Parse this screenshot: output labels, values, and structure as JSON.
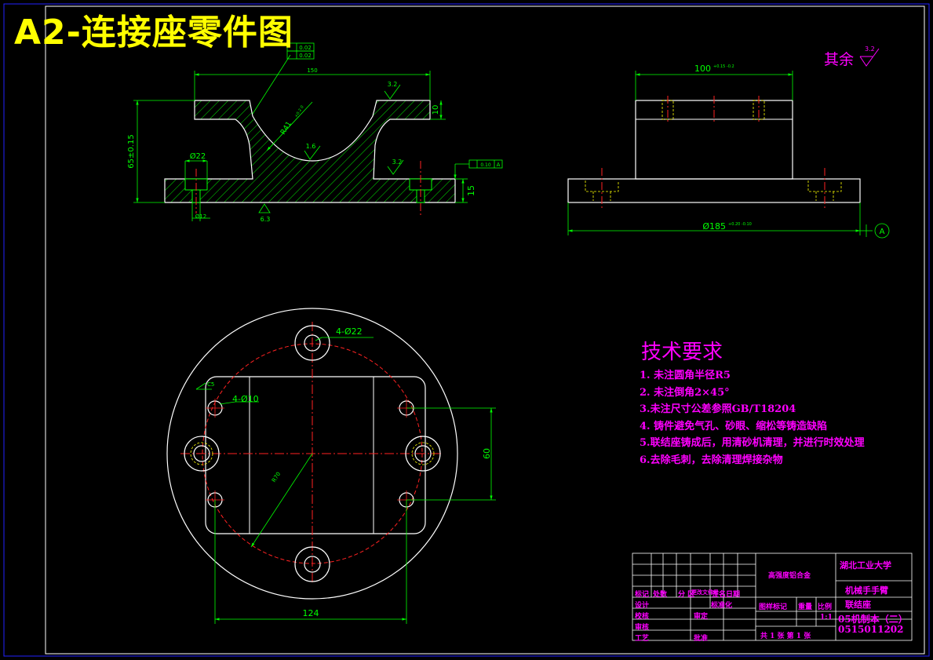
{
  "title": "A2-连接座零件图",
  "surface_note": {
    "prefix": "其余",
    "value": "3.2"
  },
  "tech_req": {
    "heading": "技术要求",
    "items": [
      "1. 未注圆角半径R5",
      "2. 未注倒角2×45°",
      "3.未注尺寸公差参照GB/T18204",
      "4. 铸件避免气孔、砂眼、缩松等铸造缺陷",
      "5.联结座铸成后，用清砂机清理，并进行时效处理",
      "6.去除毛刺，去除清理焊接杂物"
    ]
  },
  "dims": {
    "front_width": "150",
    "front_height": "65±0.15",
    "front_flange": "10",
    "front_base": "15",
    "front_radius": "R41",
    "front_radius_tol": "+0.2 0",
    "hole_top": "Ø22",
    "hole_bot": "Ø12",
    "rough_a": "3.2",
    "rough_b": "1.6",
    "rough_c": "3.2",
    "rough_d": "6.3",
    "side_width": "100",
    "side_width_tol": "+0.15 -0.2",
    "side_dia": "Ø185",
    "side_dia_tol": "+0.20 -0.10",
    "datum": "A",
    "gdt_top_1": "0.02",
    "gdt_top_2": "0.02",
    "gdt_side": "0.10",
    "gdt_side_ref": "A",
    "plan_holes_big": "4-Ø22",
    "plan_holes_small": "4-Ø10",
    "plan_chamfer": "C5",
    "plan_height": "60",
    "plan_width": "124",
    "plan_radius": "R70"
  },
  "title_block": {
    "material": "高强度铝合金",
    "university": "湖北工业大学",
    "part_line1": "机械手手臂",
    "part_line2": "联结座",
    "class": "05机制本（二）",
    "student_id": "0515011202",
    "scale": "1:1",
    "sheet_info": "共 1 张   第 1 张",
    "headers": [
      "标记",
      "处数",
      "分 区",
      "更改文件号",
      "签名",
      "日期"
    ],
    "row_labels": [
      "设计",
      "校核",
      "审核",
      "工艺"
    ],
    "mid_labels": [
      "标准化",
      "审定",
      "批准"
    ],
    "col_labels": [
      "图样标记",
      "重量",
      "比例"
    ]
  }
}
